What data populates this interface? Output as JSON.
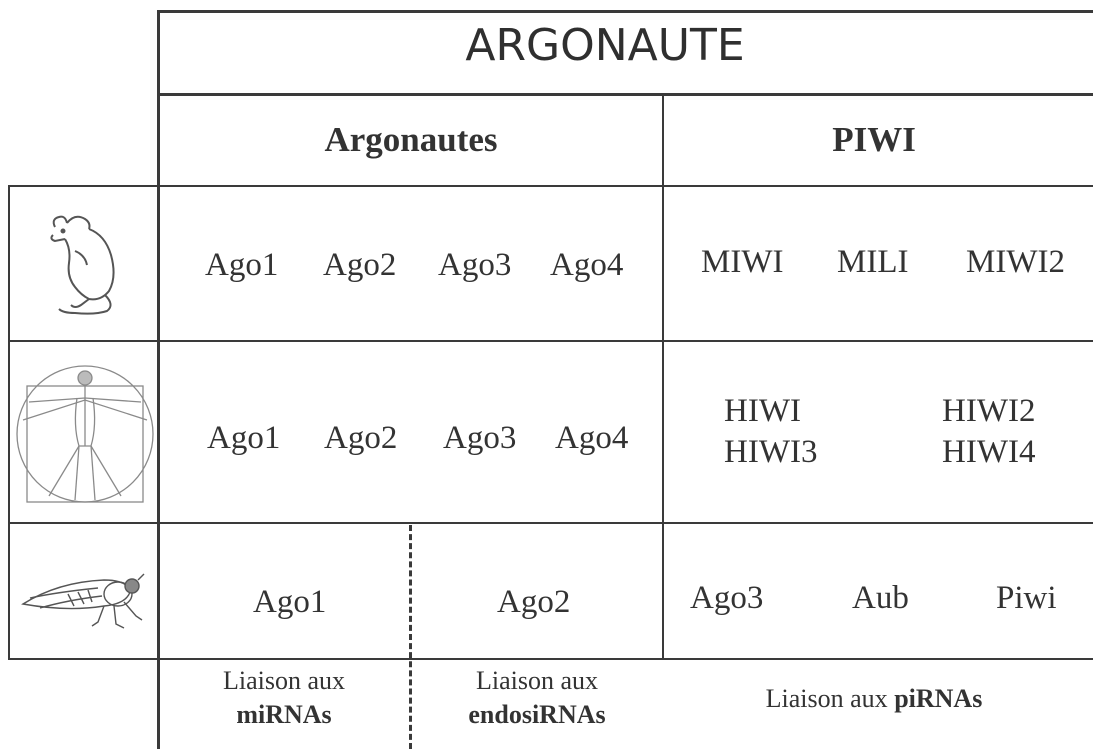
{
  "title": "ARGONAUTE",
  "headers": {
    "argonautes": "Argonautes",
    "piwi": "PIWI"
  },
  "rows": {
    "mouse": {
      "icon": "mouse-icon",
      "ago": [
        "Ago1",
        "Ago2",
        "Ago3",
        "Ago4"
      ],
      "piwi": [
        "MIWI",
        "MILI",
        "MIWI2"
      ]
    },
    "human": {
      "icon": "vitruvian-man-icon",
      "ago": [
        "Ago1",
        "Ago2",
        "Ago3",
        "Ago4"
      ],
      "piwi": [
        "HIWI",
        "HIWI2",
        "HIWI3",
        "HIWI4"
      ]
    },
    "fly": {
      "icon": "fruit-fly-icon",
      "ago": [
        "Ago1",
        "Ago2"
      ],
      "piwi": [
        "Ago3",
        "Aub",
        "Piwi"
      ]
    }
  },
  "footer": {
    "mirna_line1": "Liaison aux",
    "mirna_line2": "miRNAs",
    "endosirna_line1": "Liaison aux",
    "endosirna_line2": "endosiRNAs",
    "pirna_prefix": "Liaison aux ",
    "pirna_bold": "piRNAs"
  }
}
